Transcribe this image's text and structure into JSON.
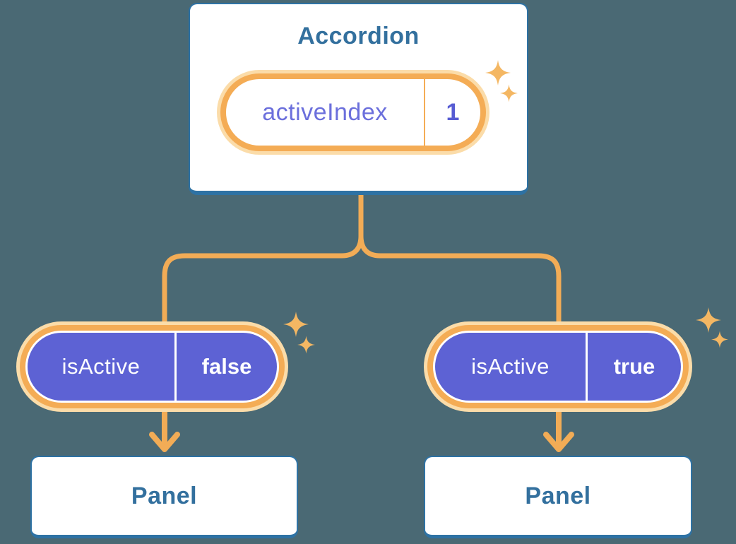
{
  "diagram": {
    "root": {
      "title": "Accordion",
      "prop": {
        "name": "activeIndex",
        "value": "1"
      }
    },
    "children": [
      {
        "state": {
          "name": "isActive",
          "value": "false"
        },
        "panel_label": "Panel"
      },
      {
        "state": {
          "name": "isActive",
          "value": "true"
        },
        "panel_label": "Panel"
      }
    ]
  },
  "icons": {
    "sparkle": "four-point-star"
  },
  "colors": {
    "background": "#4A6974",
    "card_background": "#FFFFFF",
    "card_border_blue": "#2E72A4",
    "heading_text_blue": "#33709E",
    "pill_fill_purple": "#5D62D4",
    "prop_text_purple": "#6B6FDC",
    "prop_value_purple": "#575CD3",
    "ring_orange": "#F4AC55",
    "halo_light_orange": "#FBDCA9",
    "connector_orange": "#F2AC56",
    "sparkle_orange": "#F4B763",
    "state_text_white": "#FFFFFF"
  }
}
